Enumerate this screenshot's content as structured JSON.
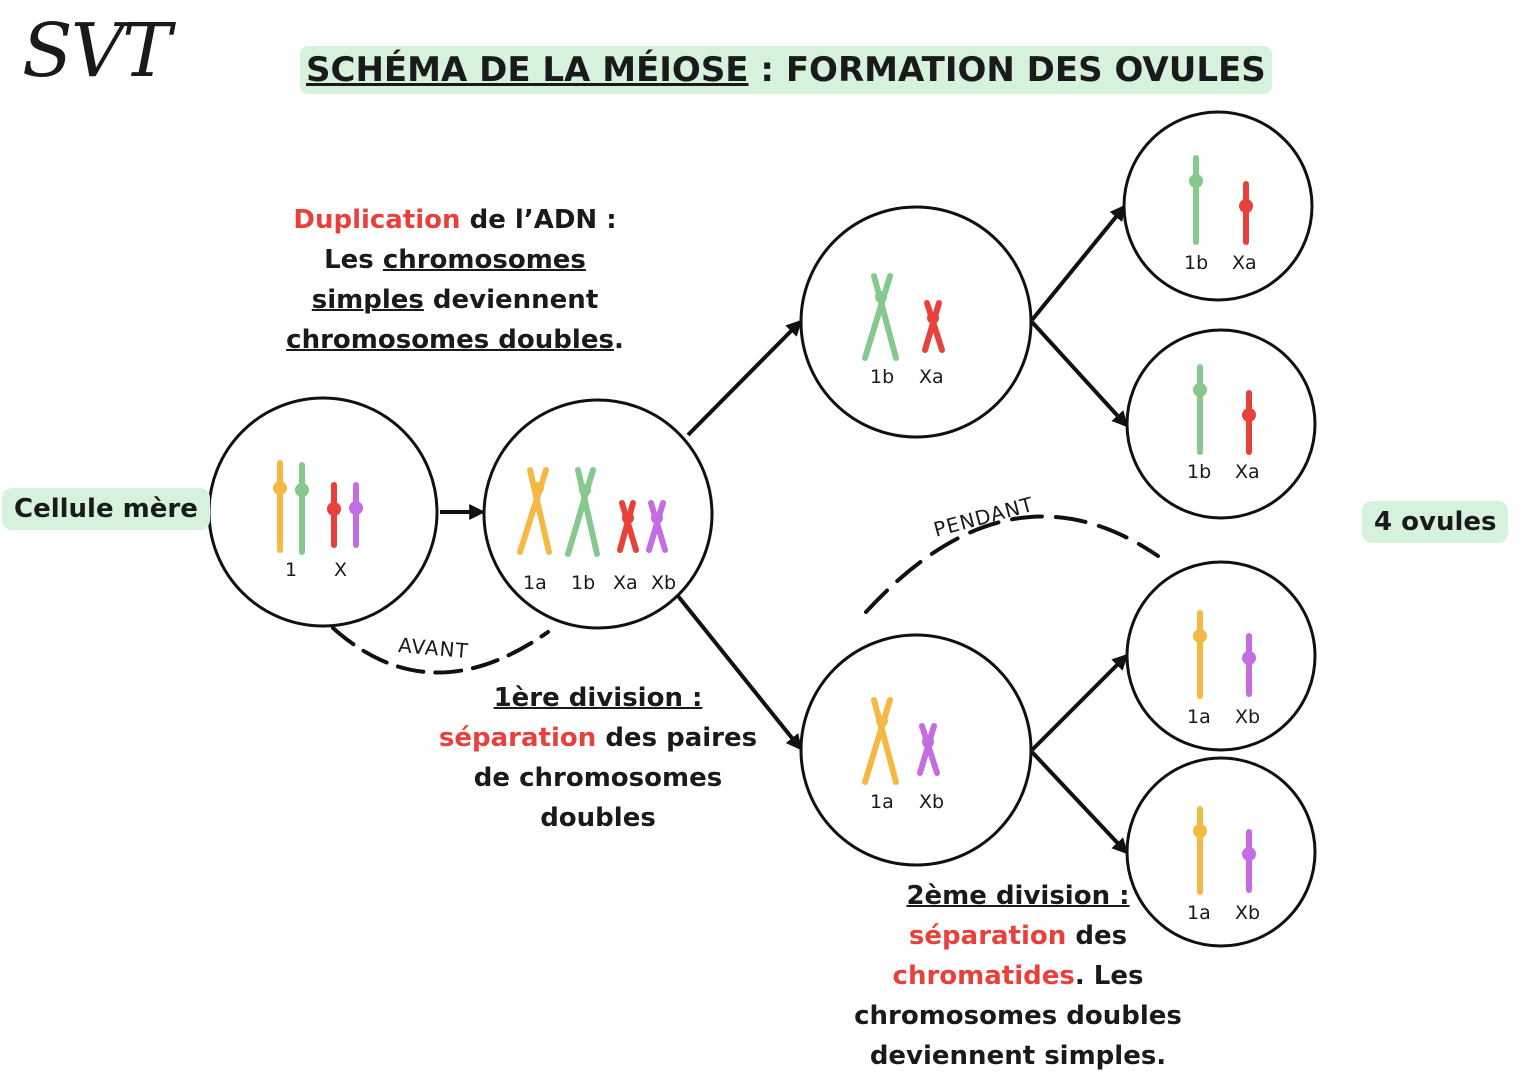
{
  "header": {
    "logo": "SVT",
    "title_part1": "SCHÉMA DE LA MÉIOSE",
    "title_sep": " : ",
    "title_part2": "FORMATION DES OVULES"
  },
  "colors": {
    "yellow": "#f4b942",
    "green": "#85c98f",
    "red": "#e8413c",
    "purple": "#c26de0",
    "highlight": "#d6f2dd"
  },
  "side_labels": {
    "left": "Cellule mère",
    "right": "4 ovules"
  },
  "cells": {
    "mother": {
      "labels": [
        "1",
        "X"
      ]
    },
    "duplicated": {
      "labels": [
        "1a",
        "1b",
        "Xa",
        "Xb"
      ]
    },
    "top_mid": {
      "labels": [
        "1b",
        "Xa"
      ]
    },
    "bottom_mid": {
      "labels": [
        "1a",
        "Xb"
      ]
    },
    "ovule1": {
      "labels": [
        "1b",
        "Xa"
      ]
    },
    "ovule2": {
      "labels": [
        "1b",
        "Xa"
      ]
    },
    "ovule3": {
      "labels": [
        "1a",
        "Xb"
      ]
    },
    "ovule4": {
      "labels": [
        "1a",
        "Xb"
      ]
    }
  },
  "annotations": {
    "before": "AVANT",
    "during": "PENDANT"
  },
  "duplication_note": {
    "red": "Duplication",
    "t1": " de l’ADN :",
    "t2": "Les ",
    "u1": "chromosomes",
    "u2": "simples",
    "t3": " deviennent",
    "u3": "chromosomes doubles",
    "t4": "."
  },
  "division1_note": {
    "heading": "1ère division :",
    "red": "séparation",
    "t1": " des paires",
    "t2": "de chromosomes",
    "t3": "doubles"
  },
  "division2_note": {
    "heading": "2ème division :",
    "red1": "séparation",
    "t1": " des",
    "red2": "chromatides",
    "t2": ". Les",
    "t3": "chromosomes doubles",
    "t4": "deviennent simples."
  }
}
